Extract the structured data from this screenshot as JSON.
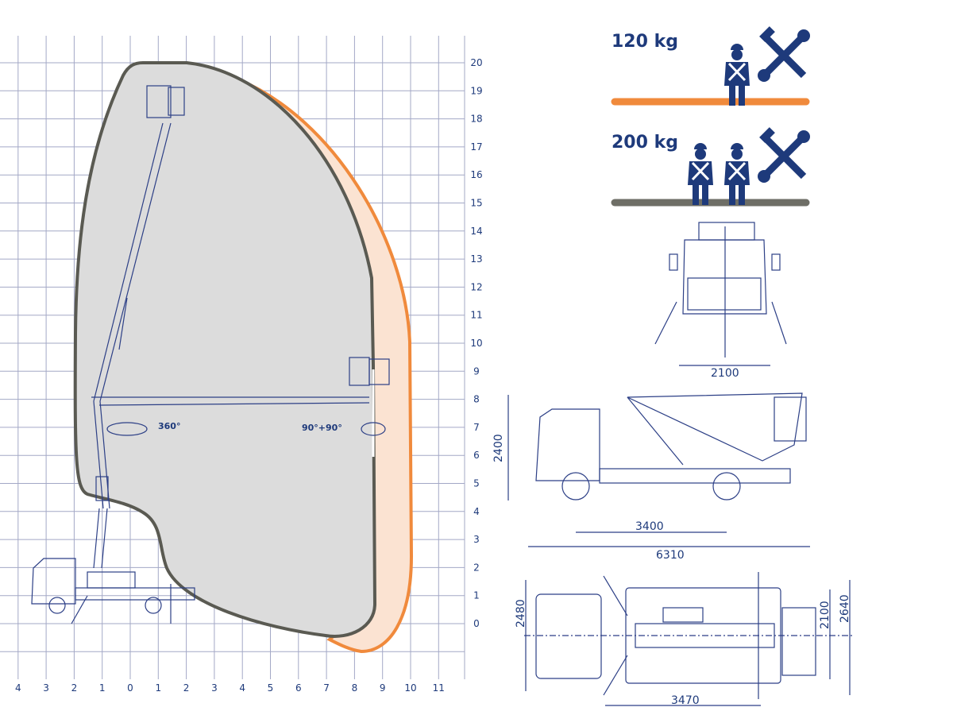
{
  "envelope_chart": {
    "x_ticks": [
      "4",
      "3",
      "2",
      "1",
      "0",
      "1",
      "2",
      "3",
      "4",
      "5",
      "6",
      "7",
      "8",
      "9",
      "10",
      "11"
    ],
    "y_ticks": [
      "0",
      "1",
      "2",
      "3",
      "4",
      "5",
      "6",
      "7",
      "8",
      "9",
      "10",
      "11",
      "12",
      "13",
      "14",
      "15",
      "16",
      "17",
      "18",
      "19",
      "20"
    ],
    "rotation_label": "360°",
    "jib_rotation_label": "90°+90°",
    "colors": {
      "envelope_200kg": "#5a5a52",
      "envelope_120kg": "#f08a3c",
      "grid": "#a3a8c6"
    }
  },
  "load_ratings": [
    {
      "label": "120 kg",
      "persons": 1,
      "line_color": "#f08a3c"
    },
    {
      "label": "200 kg",
      "persons": 2,
      "line_color": "#6e6e66"
    }
  ],
  "dimensions": {
    "front_width": "2100",
    "side_height": "2400",
    "wheelbase": "3400",
    "overall_length": "6310",
    "top_width": "2480",
    "outrigger_width": "2100",
    "outrigger_span": "2640",
    "outrigger_length": "3470"
  }
}
